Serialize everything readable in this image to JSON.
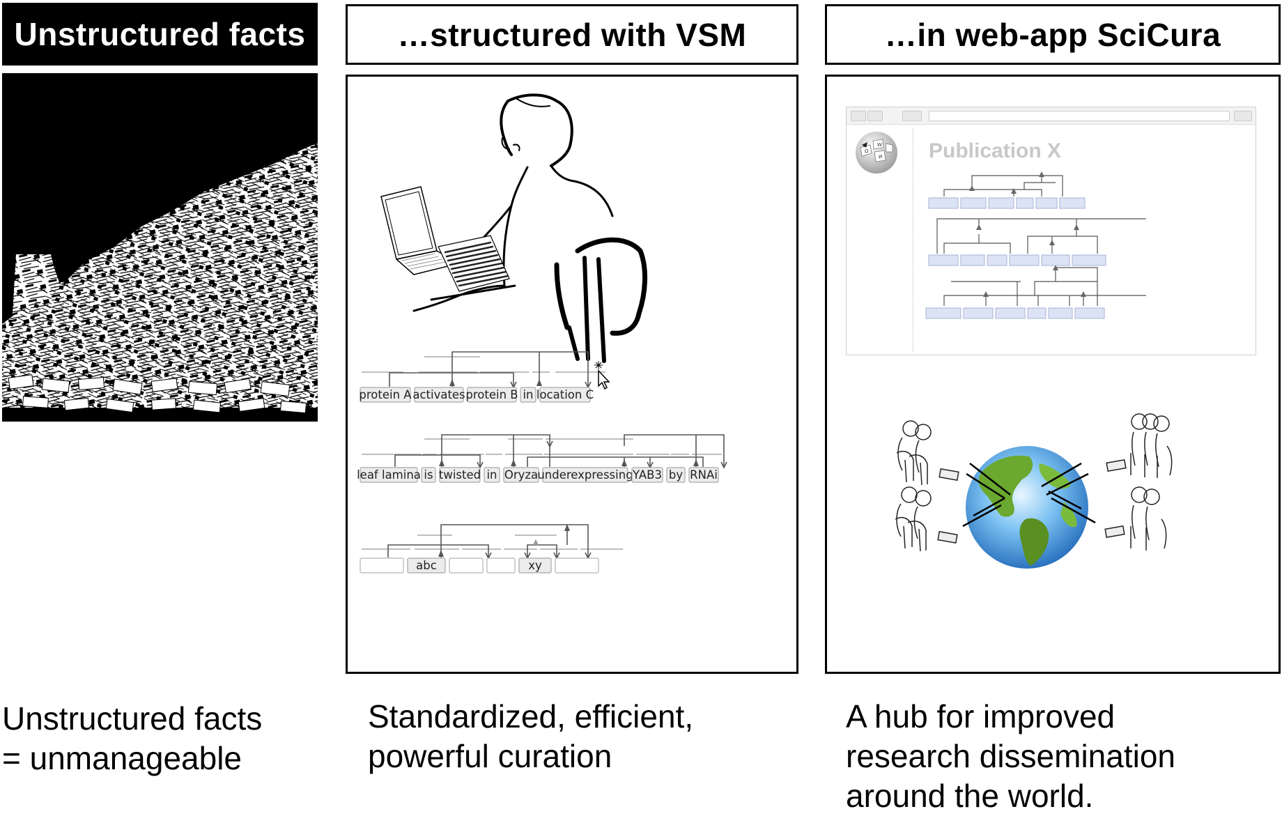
{
  "panels": [
    {
      "header": "Unstructured facts",
      "caption_lines": [
        "Unstructured facts",
        "= unmanageable"
      ]
    },
    {
      "header": "…structured with VSM",
      "caption_lines": [
        "Standardized,  efficient,",
        "powerful  curation"
      ],
      "sentences": [
        [
          "protein A",
          "activates",
          "protein B",
          "in",
          "location C"
        ],
        [
          "leaf lamina",
          "is",
          "twisted",
          "in",
          "Oryza",
          "underexpressing",
          "YAB3",
          "by",
          "RNAi"
        ],
        [
          "",
          "abc",
          "",
          "",
          "xy",
          ""
        ]
      ]
    },
    {
      "header": "…in web-app SciCura",
      "caption_lines": [
        "A hub for improved",
        "research dissemination",
        "around the world."
      ],
      "publication_title": "Publication X"
    }
  ],
  "colors": {
    "header_dark_bg": "#000000",
    "paper_white": "#ffffff",
    "term_box": "#ececec",
    "pub_box": "#dce3f5",
    "globe_ocean": "#2a7fd4",
    "globe_land": "#6aa830"
  },
  "icons": [
    "paper-pile-icon",
    "person-at-laptop-icon",
    "cursor-icon",
    "wikipedia-globe-icon",
    "earth-globe-icon",
    "audience-group-icon"
  ]
}
